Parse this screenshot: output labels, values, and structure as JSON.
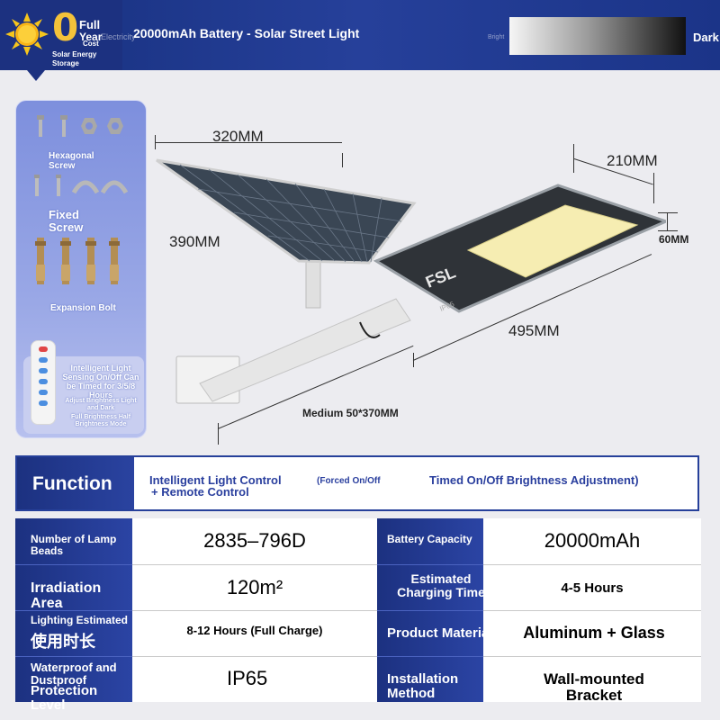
{
  "header": {
    "badge_digit": "0",
    "badge_line1": "Full",
    "badge_line2": "Year",
    "badge_line2b": "Cost",
    "badge_sub": "Solar Energy Storage",
    "ghost_text": "Electricity",
    "title": "20000mAh Battery - Solar Street Light",
    "ghost_text_2": "Bright",
    "dark_label": "Dark",
    "accent_color": "#1c3180"
  },
  "accessories": {
    "hex_screw": "Hexagonal Screw",
    "fixed_screw": "Fixed Screw",
    "expansion_bolt": "Expansion Bolt",
    "remote_text": "Intelligent Light Sensing On/Off Can be Timed for 3/5/8 Hours",
    "remote_text2": "Adjust Brightness Light and Dark",
    "remote_text3": "Full Brightness Half Brightness Mode"
  },
  "dimensions": {
    "panel_width": "320MM",
    "panel_height": "390MM",
    "lamp_width": "210MM",
    "lamp_thickness": "60MM",
    "lamp_length": "495MM",
    "arm": "Medium 50*370MM",
    "lamp_brand": "FSL",
    "lamp_rating": "IP65"
  },
  "function": {
    "title": "Function",
    "item1": "Intelligent Light Control",
    "item1_note": "(Forced On/Off",
    "item2": "Timed On/Off Brightness Adjustment)",
    "item3": "+ Remote Control"
  },
  "specs": {
    "lamp_beads_label": "Number of Lamp Beads",
    "lamp_beads_value": "2835–796D",
    "battery_label": "Battery Capacity",
    "battery_value": "20000mAh",
    "area_label": "Irradiation Area",
    "area_value": "120m²",
    "charge_label": "Estimated Charging Time",
    "charge_value": "4-5 Hours",
    "lighting_label": "Lighting Estimated",
    "lighting_label_cn": "使用时长",
    "lighting_value": "8-12 Hours (Full Charge)",
    "material_label": "Product Material",
    "material_value": "Aluminum + Glass",
    "waterproof_label": "Waterproof and Dustproof",
    "protection_label": "Protection Level",
    "protection_value": "IP65",
    "install_label": "Installation Method",
    "install_value": "Wall-mounted Bracket"
  }
}
